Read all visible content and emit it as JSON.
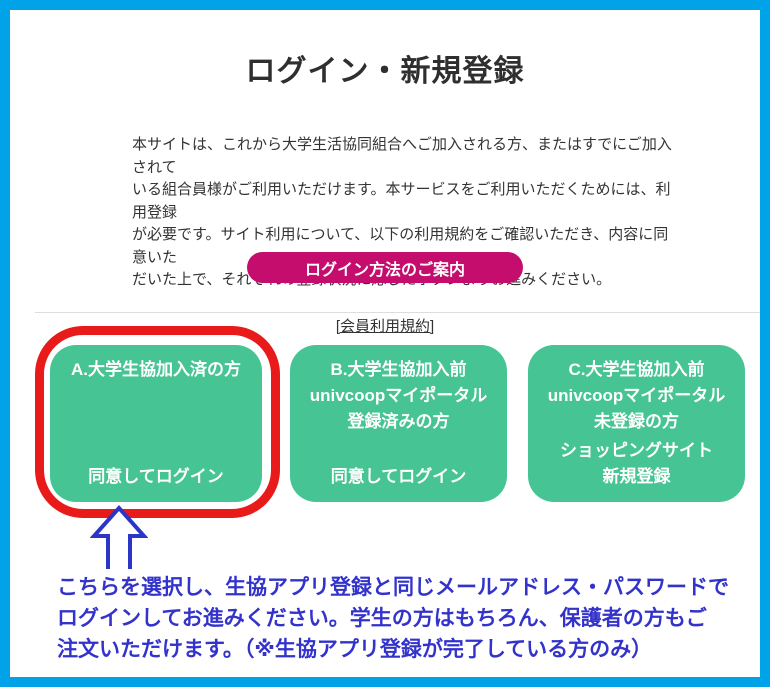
{
  "page": {
    "title": "ログイン・新規登録",
    "intro": "本サイトは、これから大学生活協同組合へご加入される方、またはすでにご加入されて\nいる組合員様がご利用いただけます。本サービスをご利用いただくためには、利用登録\nが必要です。サイト利用について、以下の利用規約をご確認いただき、内容に同意いた\nだいた上で、それぞれの登録状況に応じたボタンよりお進みください。",
    "login_guide_button": "ログイン方法のご案内",
    "terms_link": "[会員利用規約]"
  },
  "cards": [
    {
      "id": "A",
      "title": "A.大学生協加入済の方",
      "action": "同意してログイン"
    },
    {
      "id": "B",
      "title": "B.大学生協加入前\nunivcoopマイポータル\n登録済みの方",
      "action": "同意してログイン"
    },
    {
      "id": "C",
      "title": "C.大学生協加入前\nunivcoopマイポータル\n未登録の方",
      "action": "ショッピングサイト\n新規登録"
    }
  ],
  "annotation": {
    "note": "こちらを選択し、生協アプリ登録と同じメールアドレス・パスワードで\nログインしてお進みください。学生の方はもちろん、保護者の方もご\n注文いただけます。（※生協アプリ登録が完了している方のみ）",
    "highlight_target": "card-A",
    "arrow_direction": "up"
  },
  "colors": {
    "page_border_blue": "#00A2E8",
    "card_green": "#46C493",
    "button_magenta": "#C40D6C",
    "highlight_red": "#E81A1A",
    "note_blue": "#3333CC",
    "text_dark": "#333333",
    "divider_gray": "#DDDDDD"
  }
}
